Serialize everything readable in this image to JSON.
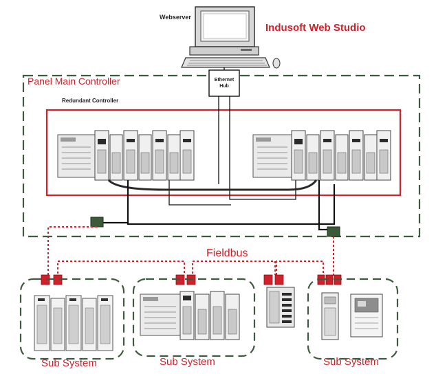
{
  "title": "Indusoft Web Studio",
  "workstation_label": "Webserver",
  "switch_label": "Ethernet Hub",
  "panel_label": "Panel Main Controller",
  "rack_label": "Redundant Controller",
  "fieldbus_label": "Fieldbus",
  "subsystems": [
    {
      "label": "Sub System"
    },
    {
      "label": "Sub System"
    },
    {
      "label": "Sub System"
    }
  ],
  "colors": {
    "accent_red": "#d0202a",
    "dash_green": "#3e5a3e",
    "line_black": "#111111",
    "device_grey": "#e8e8e8",
    "connector_green": "#3c5a38"
  },
  "icons": {
    "workstation": "desktop-computer-icon",
    "switch": "network-switch-icon",
    "plc": "plc-rack-icon",
    "io_module": "io-module-icon",
    "connector": "fieldbus-connector-icon"
  }
}
